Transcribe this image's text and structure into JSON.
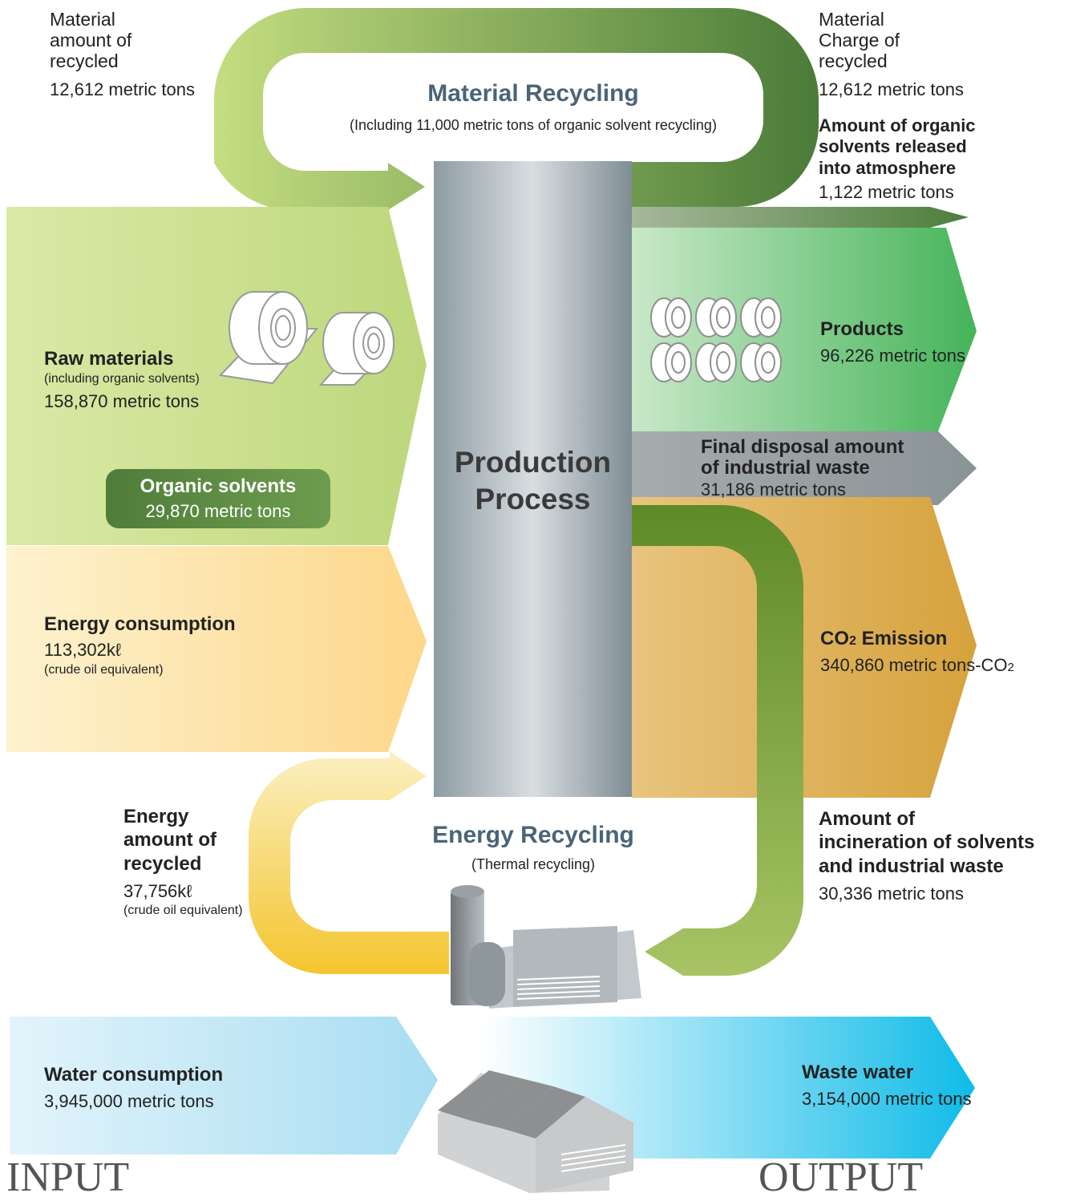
{
  "titles": {
    "production_line1": "Production",
    "production_line2": "Process",
    "material_recycling": "Material Recycling",
    "material_recycling_note": "(Including 11,000 metric tons of organic solvent recycling)",
    "energy_recycling": "Energy Recycling",
    "energy_recycling_note": "(Thermal recycling)",
    "input": "INPUT",
    "output": "OUTPUT"
  },
  "inputs": {
    "material_recycled": {
      "l1": "Material",
      "l2": "amount of",
      "l3": "recycled",
      "value": "12,612 metric tons"
    },
    "raw_materials": {
      "label": "Raw materials",
      "note": "(including organic solvents)",
      "value": "158,870 metric tons"
    },
    "organic_solvents": {
      "label": "Organic solvents",
      "value": "29,870 metric tons"
    },
    "energy_consumption": {
      "label": "Energy consumption",
      "value": "113,302kℓ",
      "note": "(crude oil equivalent)"
    },
    "energy_recycled": {
      "l1": "Energy",
      "l2": "amount of",
      "l3": "recycled",
      "value": "37,756kℓ",
      "note": "(crude oil equivalent)"
    },
    "water_consumption": {
      "label": "Water consumption",
      "value": "3,945,000 metric tons"
    }
  },
  "outputs": {
    "material_charge": {
      "l1": "Material",
      "l2": "Charge of",
      "l3": "recycled",
      "value": "12,612 metric tons"
    },
    "organic_released": {
      "l1": "Amount of organic",
      "l2": "solvents released",
      "l3": "into atmosphere",
      "value": "1,122 metric tons"
    },
    "products": {
      "label": "Products",
      "value": "96,226 metric tons"
    },
    "final_disposal": {
      "l1": "Final disposal amount",
      "l2": "of industrial waste",
      "value": "31,186 metric tons"
    },
    "co2": {
      "label_a": "CO",
      "label_sub": "2",
      "label_b": " Emission",
      "value_a": "340,860 metric tons-CO",
      "value_sub": "2"
    },
    "incineration": {
      "l1": "Amount of",
      "l2": "incineration of solvents",
      "l3": "and industrial waste",
      "value": "30,336 metric tons"
    },
    "waste_water": {
      "label": "Waste water",
      "value": "3,154,000 metric tons"
    }
  },
  "colors": {
    "green_light": "#c8de8a",
    "green_dark": "#4d7e3b",
    "energy_yellow": "#fdd98a",
    "co2_tan": "#d9a844",
    "products_green": "#4cb860",
    "disposal_gray": "#8f989b",
    "water_blue": "#12bde9",
    "column_gray": "#8d9aa2"
  }
}
